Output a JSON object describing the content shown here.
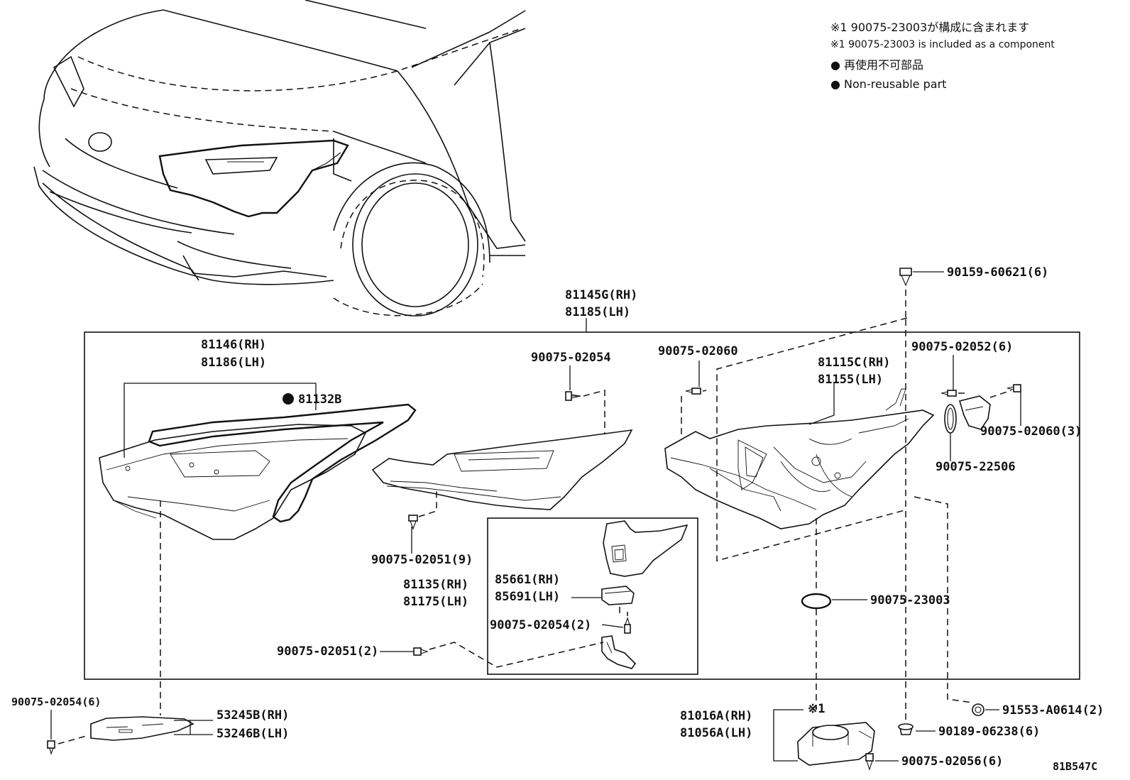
{
  "notes": {
    "line1": "※1 90075-23003が構成に含まれます",
    "line2": "※1 90075-23003 is included as a component",
    "line3": "● 再使用不可部品",
    "line4": "● Non-reusable part"
  },
  "labels": {
    "assy_rh": "81145G(RH)",
    "assy_lh": "81185(LH)",
    "lens_rh": "81146(RH)",
    "lens_lh": "81186(LH)",
    "gasket": "81132B",
    "bulb_screw_top": "90075-02054",
    "screw_a": "90075-02051(9)",
    "bracket_rh": "81135(RH)",
    "bracket_lh": "81175(LH)",
    "module_rh": "85661(RH)",
    "module_lh": "85691(LH)",
    "screw_b": "90075-02054(2)",
    "screw_c": "90075-02051(2)",
    "screw_d": "90075-02060",
    "housing_rh": "81115C(RH)",
    "housing_lh": "81155(LH)",
    "bolt_top": "90159-60621(6)",
    "screw_e": "90075-02052(6)",
    "screw_f": "90075-02060(3)",
    "oring": "90075-22506",
    "ring": "90075-23003",
    "clip": "91553-A0614(2)",
    "grommet": "90189-06238(6)",
    "screw_g": "90075-02056(6)",
    "ecu_rh": "81016A(RH)",
    "ecu_lh": "81056A(LH)",
    "ecu_note": "※1",
    "trim_screw": "90075-02054(6)",
    "trim_rh": "53245B(RH)",
    "trim_lh": "53246B(LH)",
    "figure_code": "81B547C"
  }
}
